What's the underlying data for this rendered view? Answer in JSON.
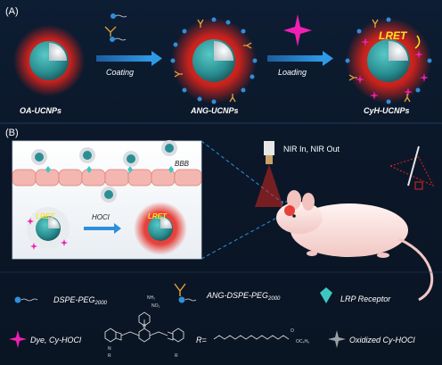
{
  "panel_a": {
    "label": "(A)",
    "stage1": "OA-UCNPs",
    "stage2": "ANG-UCNPs",
    "stage3": "CyH-UCNPs",
    "arrow1": "Coating",
    "arrow2": "Loading",
    "lret": "LRET"
  },
  "panel_b": {
    "label": "(B)",
    "bbb": "BBB",
    "hocl": "HOCl",
    "lret_left": "LRET",
    "lret_right": "LRET",
    "nir": "NIR In, NIR Out"
  },
  "legend": {
    "dspe_peg": "DSPE-PEG",
    "dspe_peg_sub": "2000",
    "ang_dspe_peg": "ANG-DSPE-PEG",
    "ang_dspe_peg_sub": "2000",
    "lrp": "LRP Receptor",
    "dye": "Dye, Cy-HOCl",
    "r_eq": "R=",
    "oxidized": "Oxidized  Cy-HOCl",
    "struct_r1": "R",
    "struct_r2": "R",
    "struct_n": "N",
    "struct_no2": "NO₂",
    "struct_nh2": "NH₂",
    "struct_o": "O",
    "chain_o": "O",
    "chain_c4h9": "OC₄H₉"
  },
  "colors": {
    "accent_blue": "#2e8fdc",
    "corona_red": "#e4231b",
    "core_teal": "#2f9fa0",
    "dye_magenta": "#f020b4",
    "lret_yellow": "#ffe226",
    "background": "#0b1728"
  }
}
